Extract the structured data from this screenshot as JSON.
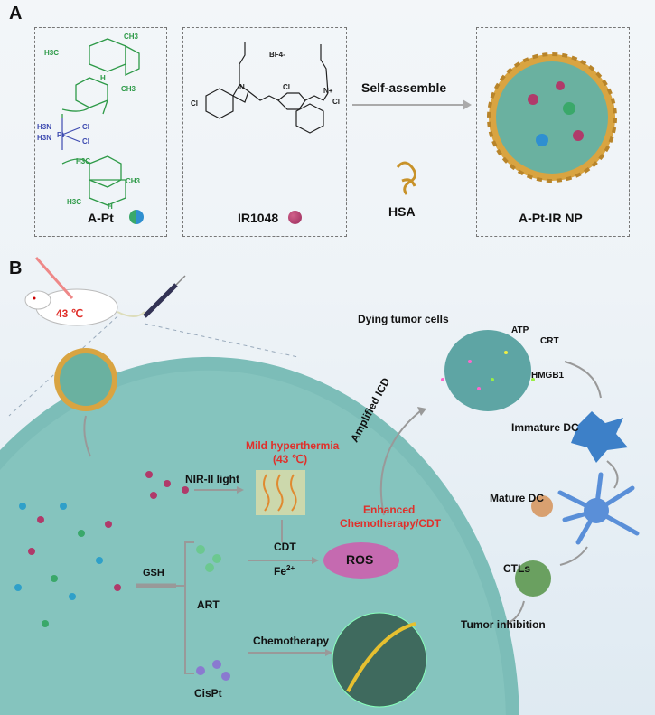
{
  "panels": {
    "a": "A",
    "b": "B"
  },
  "panel_a": {
    "compound1": "A-Pt",
    "compound1_formula_labels": [
      "CH3",
      "H3C",
      "H",
      "CH3",
      "H3N",
      "H3N",
      "Pt",
      "Cl",
      "Cl",
      "H3C",
      "CH3",
      "H3C",
      "H"
    ],
    "compound2": "IR1048",
    "compound2_formula_labels": [
      "BF4-",
      "Cl",
      "Cl",
      "Cl",
      "N",
      "N+"
    ],
    "arrow_label": "Self-assemble",
    "protein": "HSA",
    "product": "A-Pt-IR NP",
    "colors": {
      "apt_sphere": "#2fa0c9",
      "ir_sphere": "#b03a6a"
    }
  },
  "panel_b": {
    "temperature": "43 ℃",
    "dying_cells": "Dying tumor cells",
    "atp": "ATP",
    "crt": "CRT",
    "hmgb1": "HMGB1",
    "immature_dc": "Immature DC",
    "mature_dc": "Mature DC",
    "ctls": "CTLs",
    "tumor_inhibition": "Tumor inhibition",
    "mild_hyperthermia": "Mild hyperthermia",
    "mild_temp": "(43 ℃)",
    "nir_light": "NIR-II light",
    "amplified_icd": "Amplified ICD",
    "enhanced_1": "Enhanced",
    "enhanced_2": "Chemotherapy/CDT",
    "cdt": "CDT",
    "fe": "Fe",
    "fe_sup": "2+",
    "ros": "ROS",
    "gsh": "GSH",
    "art": "ART",
    "chemotherapy": "Chemotherapy",
    "cispt": "CisPt",
    "colors": {
      "cell": "#7cbdb8",
      "ros": "#c56ab0",
      "red_text": "#e0302b"
    }
  }
}
